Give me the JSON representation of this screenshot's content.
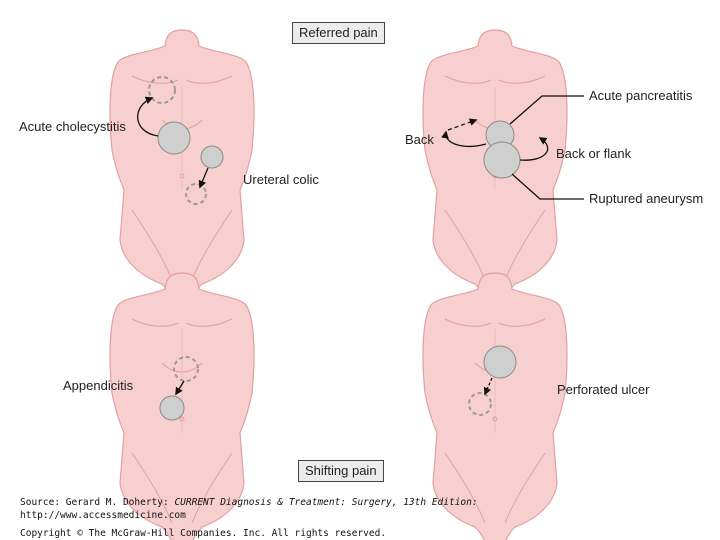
{
  "titles": {
    "referred": "Referred pain",
    "shifting": "Shifting pain"
  },
  "labels": {
    "cholecystitis": "Acute cholecystitis",
    "ureteral": "Ureteral colic",
    "pancreatitis": "Acute pancreatitis",
    "back": "Back",
    "back_flank": "Back or flank",
    "aneurysm": "Ruptured aneurysm",
    "appendicitis": "Appendicitis",
    "ulcer": "Perforated ulcer"
  },
  "source": {
    "prefix": "Source: Gerard M. Doherty: ",
    "book": "CURRENT Diagnosis & Treatment: Surgery, 13th Edition:",
    "url": "http://www.accessmedicine.com",
    "copyright": "Copyright © The McGraw-Hill Companies. Inc. All rights reserved."
  },
  "colors": {
    "skin": "#f7cfcf",
    "skin_outline": "#e2a0a0",
    "circle_fill": "#cfcfcf",
    "circle_stroke": "#8a8a8a",
    "dashed_stroke": "#9a9a9a",
    "arrow": "#111111"
  }
}
